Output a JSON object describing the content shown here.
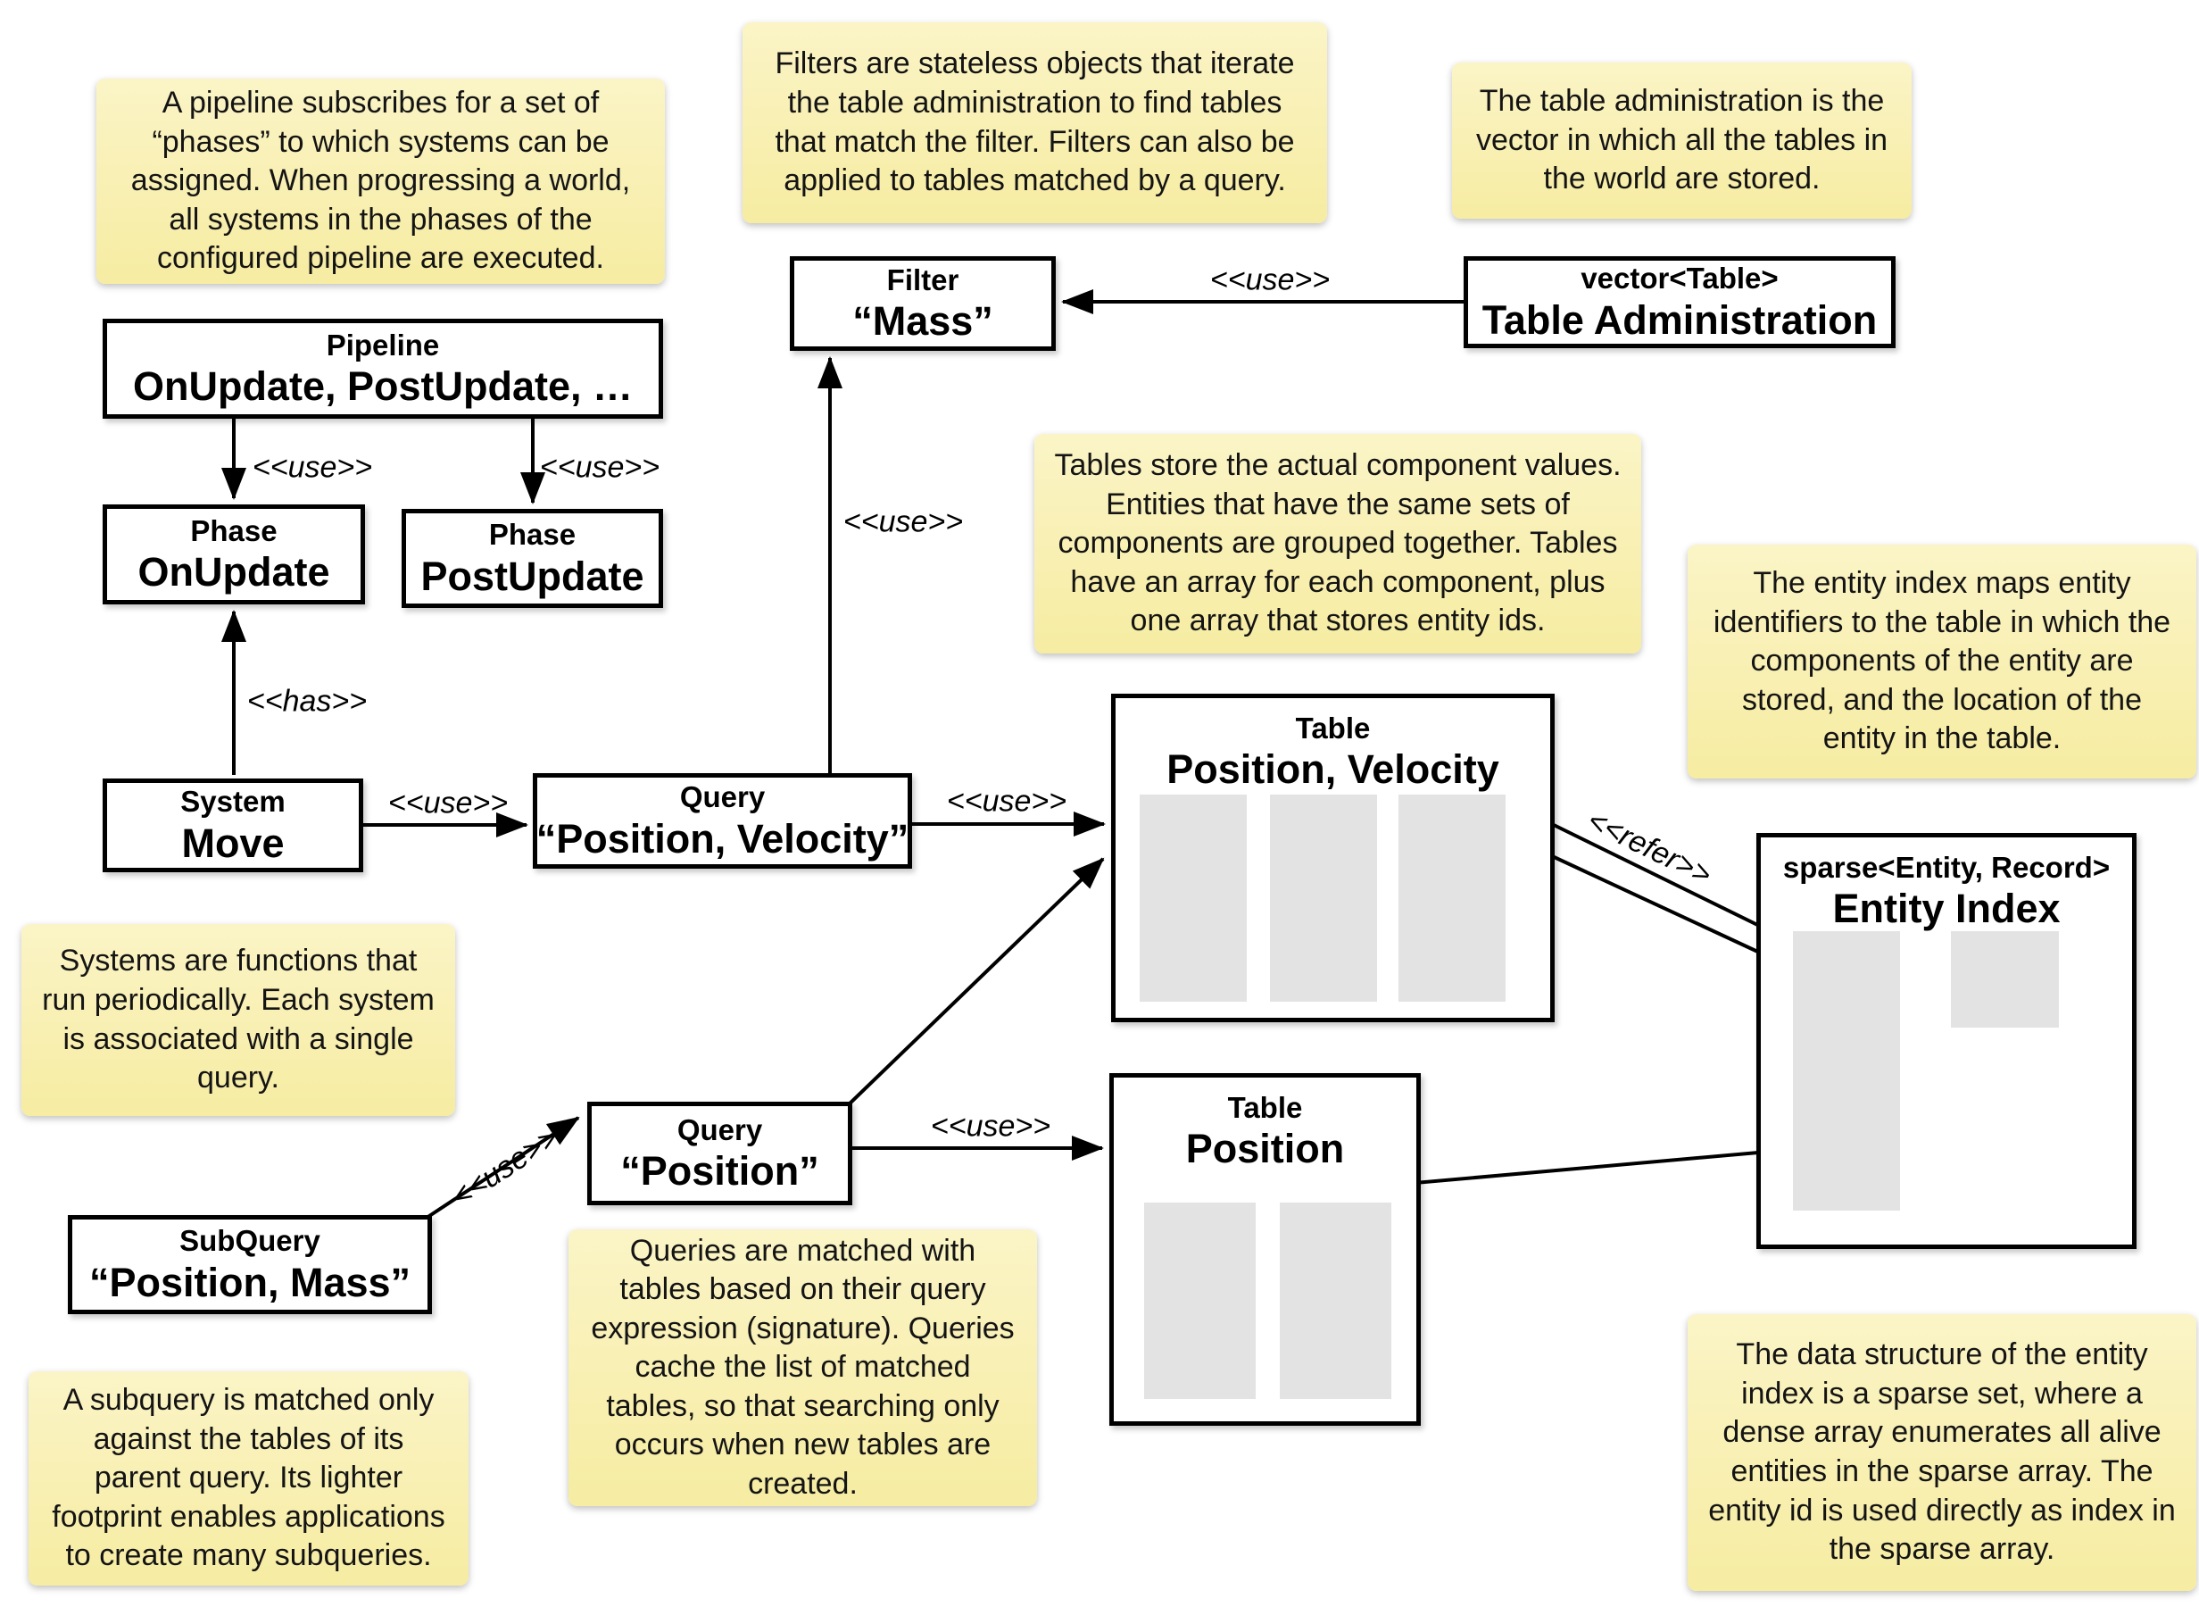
{
  "colors": {
    "note_bg_top": "#fbf4c6",
    "note_bg_bottom": "#f6eca2",
    "box_border": "#000000",
    "array_fill": "#e3e3e3",
    "background": "#ffffff"
  },
  "nodes": {
    "pipeline": {
      "stereotype": "Pipeline",
      "name": "OnUpdate, PostUpdate, …"
    },
    "phase_onupdate": {
      "stereotype": "Phase",
      "name": "OnUpdate"
    },
    "phase_postupdate": {
      "stereotype": "Phase",
      "name": "PostUpdate"
    },
    "system_move": {
      "stereotype": "System",
      "name": "Move"
    },
    "query_pv": {
      "stereotype": "Query",
      "name": "“Position, Velocity”"
    },
    "filter_mass": {
      "stereotype": "Filter",
      "name": "“Mass”"
    },
    "table_admin": {
      "stereotype": "vector<Table>",
      "name": "Table Administration"
    },
    "table_pv": {
      "stereotype": "Table",
      "name": "Position, Velocity"
    },
    "table_pos": {
      "stereotype": "Table",
      "name": "Position"
    },
    "entity_index": {
      "stereotype": "sparse<Entity, Record>",
      "name": "Entity Index"
    },
    "query_pos": {
      "stereotype": "Query",
      "name": "“Position”"
    },
    "subquery": {
      "stereotype": "SubQuery",
      "name": "“Position, Mass”"
    }
  },
  "edge_labels": {
    "use": "<<use>>",
    "has": "<<has>>",
    "refer": "<<refer>>"
  },
  "notes": {
    "pipeline": "A pipeline subscribes for a set of “phases” to which systems can be assigned. When progressing a world, all systems in the phases of the configured pipeline are executed.",
    "filters": "Filters are stateless objects that iterate the table administration to find tables that match the filter. Filters can also be applied to tables matched by a query.",
    "table_admin": "The table administration is the vector in which all the tables in the world are stored.",
    "tables": "Tables store the actual component values. Entities that have the same sets of components are grouped together. Tables have an array for each component, plus one array that stores entity ids.",
    "entity_index": "The entity index maps entity identifiers to the table in which the components of the entity are stored, and the location of the entity in the table.",
    "systems": "Systems are functions that run periodically. Each system is associated with a single query.",
    "queries": "Queries are matched with tables based on their query expression (signature). Queries cache the list of matched tables, so that searching only occurs when new tables are created.",
    "subquery": "A subquery is matched only against the tables of its parent query. Its lighter footprint enables applications to create many subqueries.",
    "sparse_set": "The data structure of the entity index is a sparse set, where a dense array enumerates all alive entities in the sparse array. The entity id is used directly as index in the sparse array."
  }
}
